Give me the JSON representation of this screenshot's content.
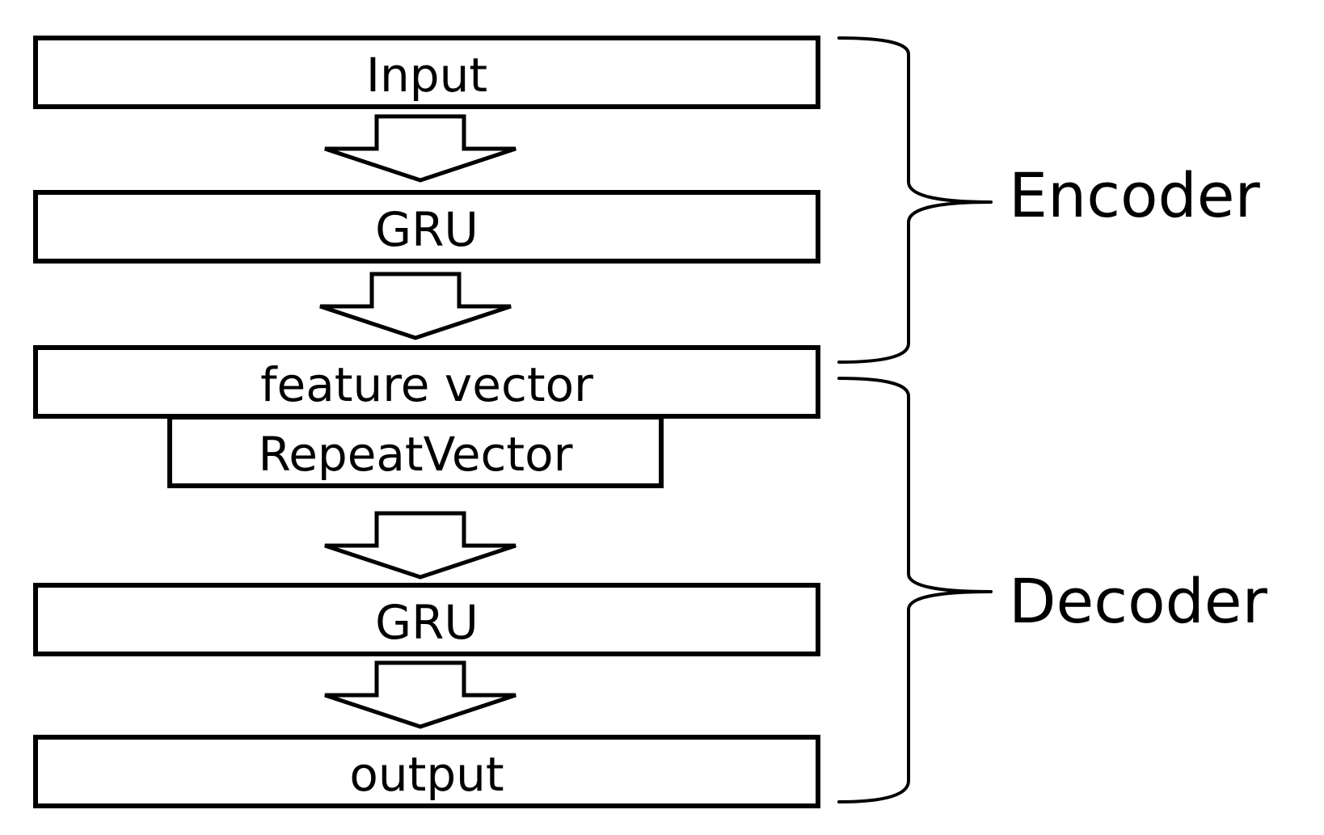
{
  "diagram": {
    "layers": {
      "input": "Input",
      "gru_encoder": "GRU",
      "feature_vector": "feature vector",
      "repeat_vector": "RepeatVector",
      "gru_decoder": "GRU",
      "output": "output"
    },
    "groups": {
      "encoder": "Encoder",
      "decoder": "Decoder"
    },
    "colors": {
      "stroke": "#000000",
      "background": "#ffffff"
    }
  }
}
